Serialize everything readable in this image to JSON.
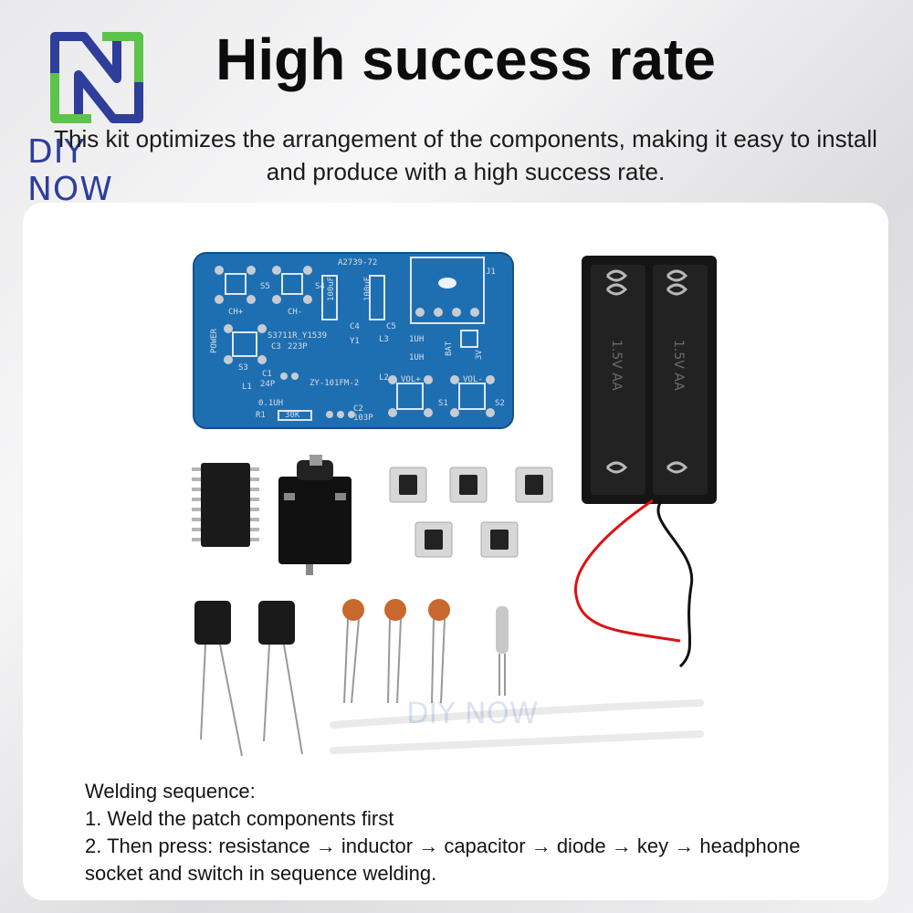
{
  "brand": {
    "name": "DIY NOW",
    "colors": {
      "blue": "#2f3e9a",
      "green": "#5cc44a"
    }
  },
  "header": {
    "title": "High success rate",
    "subtitle_line1": "This kit optimizes the arrangement of the components, making it easy to install",
    "subtitle_line2": "and produce with a high success rate."
  },
  "pcb": {
    "color": "#1e6fb2",
    "labels": {
      "model_top": "A2739-72",
      "j1": "J1",
      "s5": "S5",
      "s4": "S4",
      "ch_plus": "CH+",
      "ch_minus": "CH-",
      "c4": "C4",
      "c5": "C5",
      "cap100_a": "100uF",
      "cap100_b": "100uF",
      "power": "POWER",
      "ic_code": "S3711R_Y1539",
      "c3": "C3",
      "c3_val": "223P",
      "y1": "Y1",
      "l3": "L3",
      "l3_val": "1UH",
      "l2_val": "1UH",
      "bat": "BAT",
      "v3": "3V",
      "s3": "S3",
      "c1": "C1",
      "c1_val": "24P",
      "l1": "L1",
      "l2": "L2",
      "vol_plus": "VOL+",
      "vol_minus": "VOL-",
      "model_mid": "ZY-101FM-2",
      "s1": "S1",
      "s2": "S2",
      "l1_val": "0.1UH",
      "r1": "R1",
      "r1_val": "30K",
      "c2": "C2",
      "c2_val": "103P"
    }
  },
  "battery_holder": {
    "cell_label_a": "1.5V AA",
    "cell_label_b": "1.5V AA"
  },
  "watermark": "DIY NOW",
  "welding": {
    "heading": "Welding sequence:",
    "step1": "1. Weld the patch components first",
    "step2_line1": "2. Then press: resistance → inductor → capacitor → diode → key → headphone",
    "step2_line2": "socket and switch in sequence welding."
  }
}
